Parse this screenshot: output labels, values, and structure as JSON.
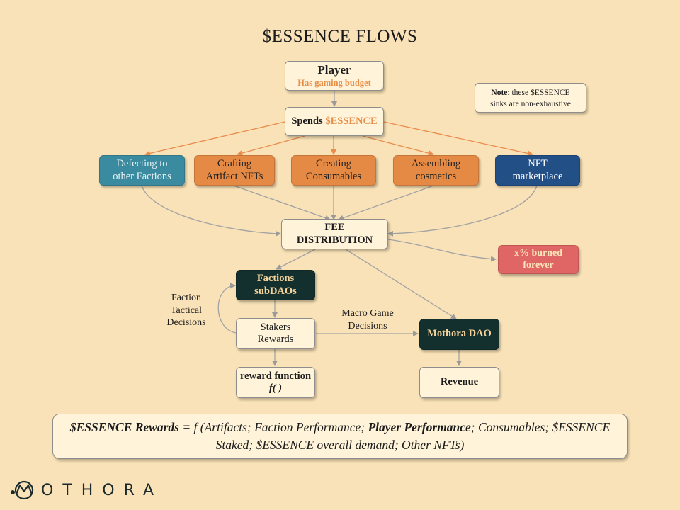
{
  "title": "$ESSENCE FLOWS",
  "player": {
    "title": "Player",
    "subtitle": "Has gaming budget"
  },
  "spends": {
    "prefix": "Spends ",
    "token": "$ESSENCE"
  },
  "note": {
    "bold": "Note",
    "text": ": these $ESSENCE sinks are non-exhaustive"
  },
  "sinks": [
    {
      "label": "Defecting to other Factions",
      "color": "#3b8ba0"
    },
    {
      "label": "Crafting Artifact NFTs",
      "color": "#e58a45"
    },
    {
      "label": "Creating Consumables",
      "color": "#e58a45"
    },
    {
      "label": "Assembling cosmetics",
      "color": "#e58a45"
    },
    {
      "label": "NFT marketplace",
      "color": "#214f86"
    }
  ],
  "fee_distribution": "FEE DISTRIBUTION",
  "burned": "x% burned forever",
  "factions_subdaos": "Factions subDAOs",
  "faction_tactical_decisions": "Faction Tactical Decisions",
  "stakers_rewards": "Stakers Rewards",
  "macro_game_decisions": "Macro Game Decisions",
  "mothora_dao": "Mothora DAO",
  "reward_function": {
    "text": "reward function ",
    "symbol": "f( )"
  },
  "revenue": "Revenue",
  "formula": {
    "lhs": "$ESSENCE Rewards",
    "part1": " = f (Artifacts; Faction Performance; ",
    "bold_term": "Player Performance",
    "part2": "; Consumables; $ESSENCE Staked; $ESSENCE overall demand; Other NFTs)"
  },
  "logo": {
    "letters": "OTHORA",
    "icon": "mothora-m-logo-icon"
  },
  "colors": {
    "background": "#f9e2b7",
    "orange": "#e58a45",
    "dark": "#13302e",
    "red": "#e06666"
  }
}
